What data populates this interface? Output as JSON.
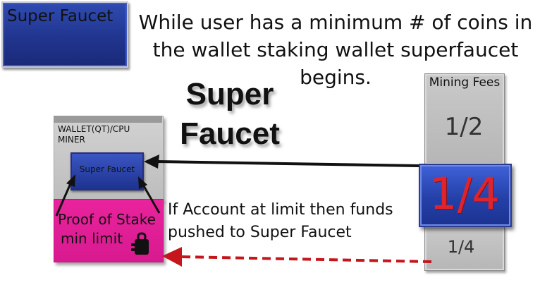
{
  "top_box": {
    "label": "Super Faucet"
  },
  "headline": {
    "line1": "While user has a minimum # of coins in",
    "line2": "the wallet staking wallet superfaucet",
    "line3": "begins."
  },
  "big_title": {
    "line1": "Super",
    "line2": "Faucet"
  },
  "wallet": {
    "title_line1": "WALLET(QT)/CPU",
    "title_line2": "MINER",
    "inner_label": "Super Faucet"
  },
  "proof_of_stake": {
    "line1": "Proof of Stake",
    "line2": "min limit"
  },
  "mining_fees": {
    "title": "Mining Fees",
    "half": "1/2",
    "quarter_highlight": "1/4",
    "quarter": "1/4"
  },
  "limit_note": {
    "line1": "If Account at limit then funds",
    "line2": "pushed to Super Faucet"
  },
  "colors": {
    "faucet_blue": "#2440a8",
    "pos_pink": "#e0208f",
    "fee_gray": "#bfbfbf",
    "highlight_red": "#e0242b",
    "dashed_arrow": "#c4161c"
  },
  "icons": {
    "stake_icon": "lock-icon"
  }
}
